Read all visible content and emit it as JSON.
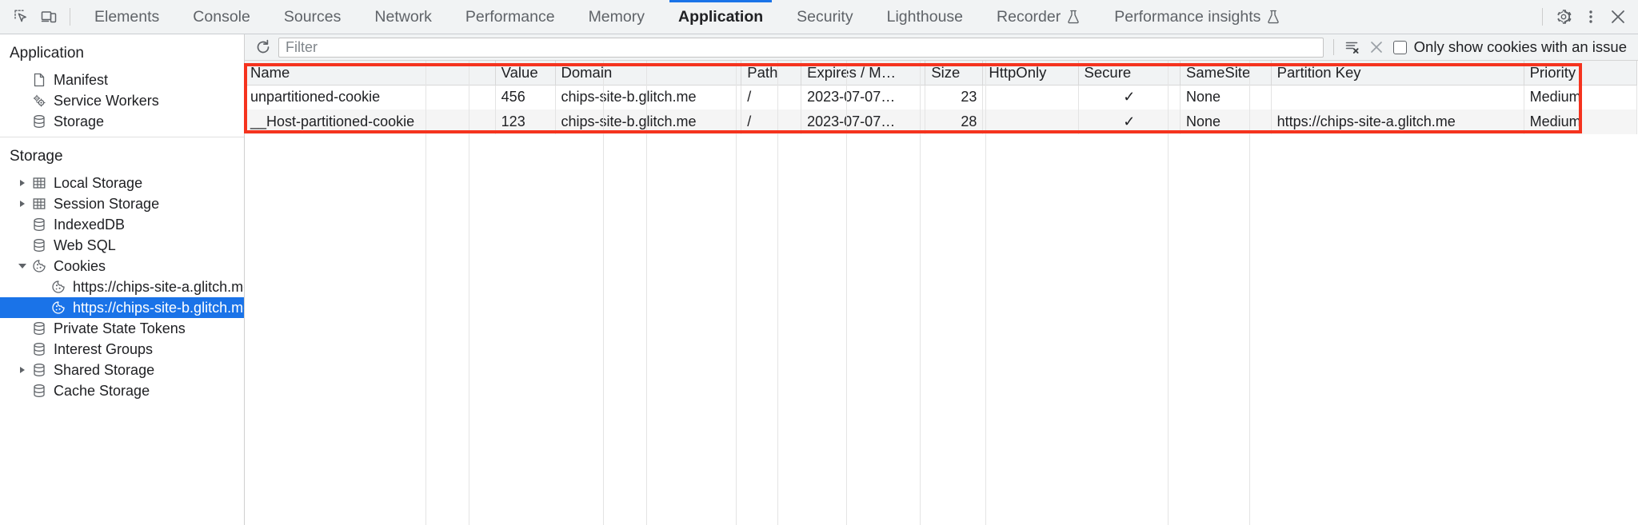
{
  "toolbar": {
    "inspect_icon": "inspect-cursor-icon",
    "device_icon": "device-toolbar-icon",
    "settings_icon": "gear-icon",
    "more_icon": "more-vertical-icon",
    "close_icon": "close-icon",
    "tabs": [
      {
        "label": "Elements",
        "active": false,
        "experimental": false
      },
      {
        "label": "Console",
        "active": false,
        "experimental": false
      },
      {
        "label": "Sources",
        "active": false,
        "experimental": false
      },
      {
        "label": "Network",
        "active": false,
        "experimental": false
      },
      {
        "label": "Performance",
        "active": false,
        "experimental": false
      },
      {
        "label": "Memory",
        "active": false,
        "experimental": false
      },
      {
        "label": "Application",
        "active": true,
        "experimental": false
      },
      {
        "label": "Security",
        "active": false,
        "experimental": false
      },
      {
        "label": "Lighthouse",
        "active": false,
        "experimental": false
      },
      {
        "label": "Recorder",
        "active": false,
        "experimental": true
      },
      {
        "label": "Performance insights",
        "active": false,
        "experimental": true
      }
    ],
    "active_tab_accent": "#1a73e8"
  },
  "sidebar": {
    "application_section": {
      "title": "Application",
      "items": [
        {
          "label": "Manifest",
          "icon": "document-icon",
          "depth": 1,
          "twisty": "none",
          "selected": false
        },
        {
          "label": "Service Workers",
          "icon": "gears-icon",
          "depth": 1,
          "twisty": "none",
          "selected": false
        },
        {
          "label": "Storage",
          "icon": "database-icon",
          "depth": 1,
          "twisty": "none",
          "selected": false
        }
      ]
    },
    "storage_section": {
      "title": "Storage",
      "items": [
        {
          "label": "Local Storage",
          "icon": "table-icon",
          "depth": 1,
          "twisty": "closed",
          "selected": false
        },
        {
          "label": "Session Storage",
          "icon": "table-icon",
          "depth": 1,
          "twisty": "closed",
          "selected": false
        },
        {
          "label": "IndexedDB",
          "icon": "database-icon",
          "depth": 1,
          "twisty": "none",
          "selected": false
        },
        {
          "label": "Web SQL",
          "icon": "database-icon",
          "depth": 1,
          "twisty": "none",
          "selected": false
        },
        {
          "label": "Cookies",
          "icon": "cookie-icon",
          "depth": 1,
          "twisty": "open",
          "selected": false
        },
        {
          "label": "https://chips-site-a.glitch.me",
          "icon": "cookie-icon",
          "depth": 2,
          "twisty": "none",
          "selected": false
        },
        {
          "label": "https://chips-site-b.glitch.me",
          "icon": "cookie-icon",
          "depth": 2,
          "twisty": "none",
          "selected": true
        },
        {
          "label": "Private State Tokens",
          "icon": "database-icon",
          "depth": 1,
          "twisty": "none",
          "selected": false
        },
        {
          "label": "Interest Groups",
          "icon": "database-icon",
          "depth": 1,
          "twisty": "none",
          "selected": false
        },
        {
          "label": "Shared Storage",
          "icon": "database-icon",
          "depth": 1,
          "twisty": "closed",
          "selected": false
        },
        {
          "label": "Cache Storage",
          "icon": "database-icon",
          "depth": 1,
          "twisty": "none",
          "selected": false
        }
      ],
      "selected_background": "#1a73e8"
    }
  },
  "filter_bar": {
    "refresh_icon": "refresh-icon",
    "filter_placeholder": "Filter",
    "filter_value": "",
    "clear_all_icon": "clear-cookies-icon",
    "delete_icon": "delete-x-icon",
    "issue_checkbox_label": "Only show cookies with an issue",
    "issue_checkbox_checked": false
  },
  "cookies_table": {
    "columns": [
      {
        "label": "Name",
        "align": "left"
      },
      {
        "label": "Value",
        "align": "left"
      },
      {
        "label": "Domain",
        "align": "left"
      },
      {
        "label": "Path",
        "align": "left"
      },
      {
        "label": "Expires / M…",
        "align": "left"
      },
      {
        "label": "Size",
        "align": "left"
      },
      {
        "label": "HttpOnly",
        "align": "left"
      },
      {
        "label": "Secure",
        "align": "left"
      },
      {
        "label": "SameSite",
        "align": "left"
      },
      {
        "label": "Partition Key",
        "align": "left"
      },
      {
        "label": "Priority",
        "align": "left"
      }
    ],
    "rows": [
      {
        "name": "unpartitioned-cookie",
        "value": "456",
        "domain": "chips-site-b.glitch.me",
        "path": "/",
        "expires": "2023-07-07…",
        "size": "23",
        "httponly": "",
        "secure": "✓",
        "samesite": "None",
        "partition_key": "",
        "priority": "Medium"
      },
      {
        "name": "__Host-partitioned-cookie",
        "value": "123",
        "domain": "chips-site-b.glitch.me",
        "path": "/",
        "expires": "2023-07-07…",
        "size": "28",
        "httponly": "",
        "secure": "✓",
        "samesite": "None",
        "partition_key": "https://chips-site-a.glitch.me",
        "priority": "Medium"
      }
    ]
  },
  "annotation": {
    "name": "red-highlight-rectangle",
    "color": "#f5331e"
  }
}
